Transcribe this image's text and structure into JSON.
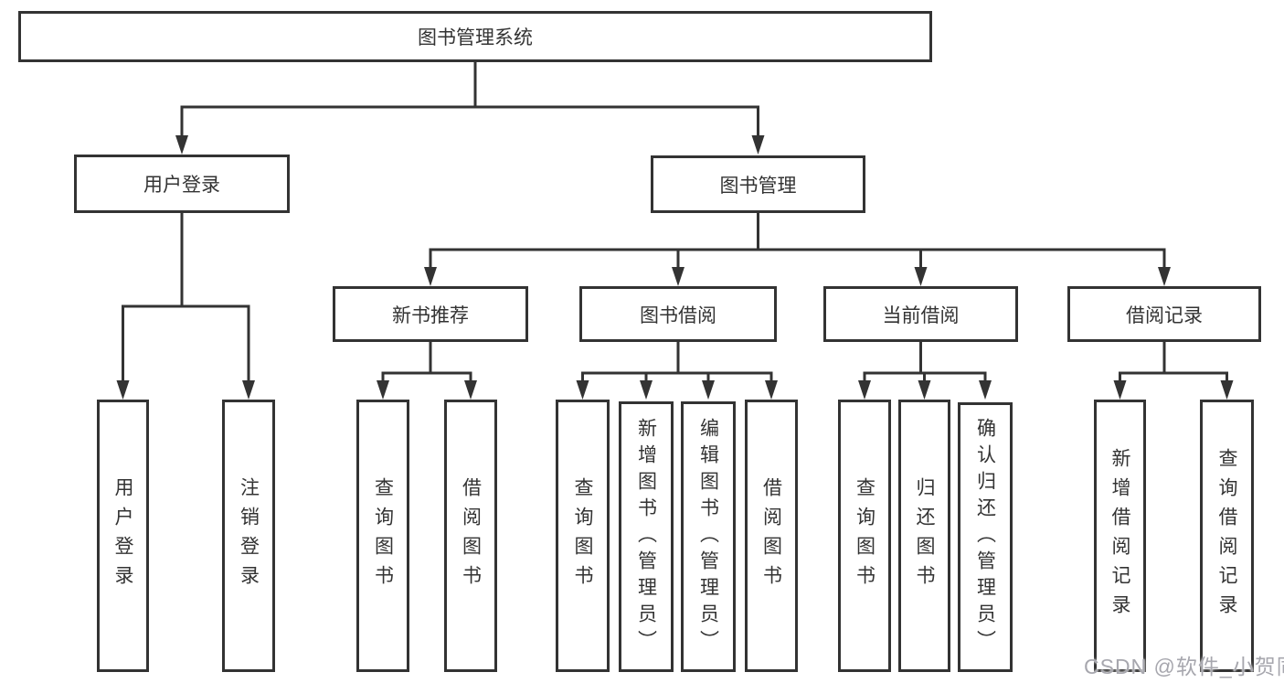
{
  "tree": {
    "root": {
      "label": "图书管理系统",
      "children": [
        {
          "label": "用户登录",
          "children": [
            {
              "label": "用户登录"
            },
            {
              "label": "注销登录"
            }
          ]
        },
        {
          "label": "图书管理",
          "children": [
            {
              "label": "新书推荐",
              "children": [
                {
                  "label": "查询图书"
                },
                {
                  "label": "借阅图书"
                }
              ]
            },
            {
              "label": "图书借阅",
              "children": [
                {
                  "label": "查询图书"
                },
                {
                  "label": "新增图书（管理员）"
                },
                {
                  "label": "编辑图书（管理员）"
                },
                {
                  "label": "借阅图书"
                }
              ]
            },
            {
              "label": "当前借阅",
              "children": [
                {
                  "label": "查询图书"
                },
                {
                  "label": "归还图书"
                },
                {
                  "label": "确认归还（管理员）"
                }
              ]
            },
            {
              "label": "借阅记录",
              "children": [
                {
                  "label": "新增借阅记录"
                },
                {
                  "label": "查询借阅记录"
                }
              ]
            }
          ]
        }
      ]
    }
  },
  "watermark": "CSDN @软件_小贺同学",
  "colors": {
    "line": "#333333",
    "box_border": "#333333",
    "box_bg": "#ffffff",
    "text": "#333333",
    "watermark": "#a7a7ae"
  }
}
